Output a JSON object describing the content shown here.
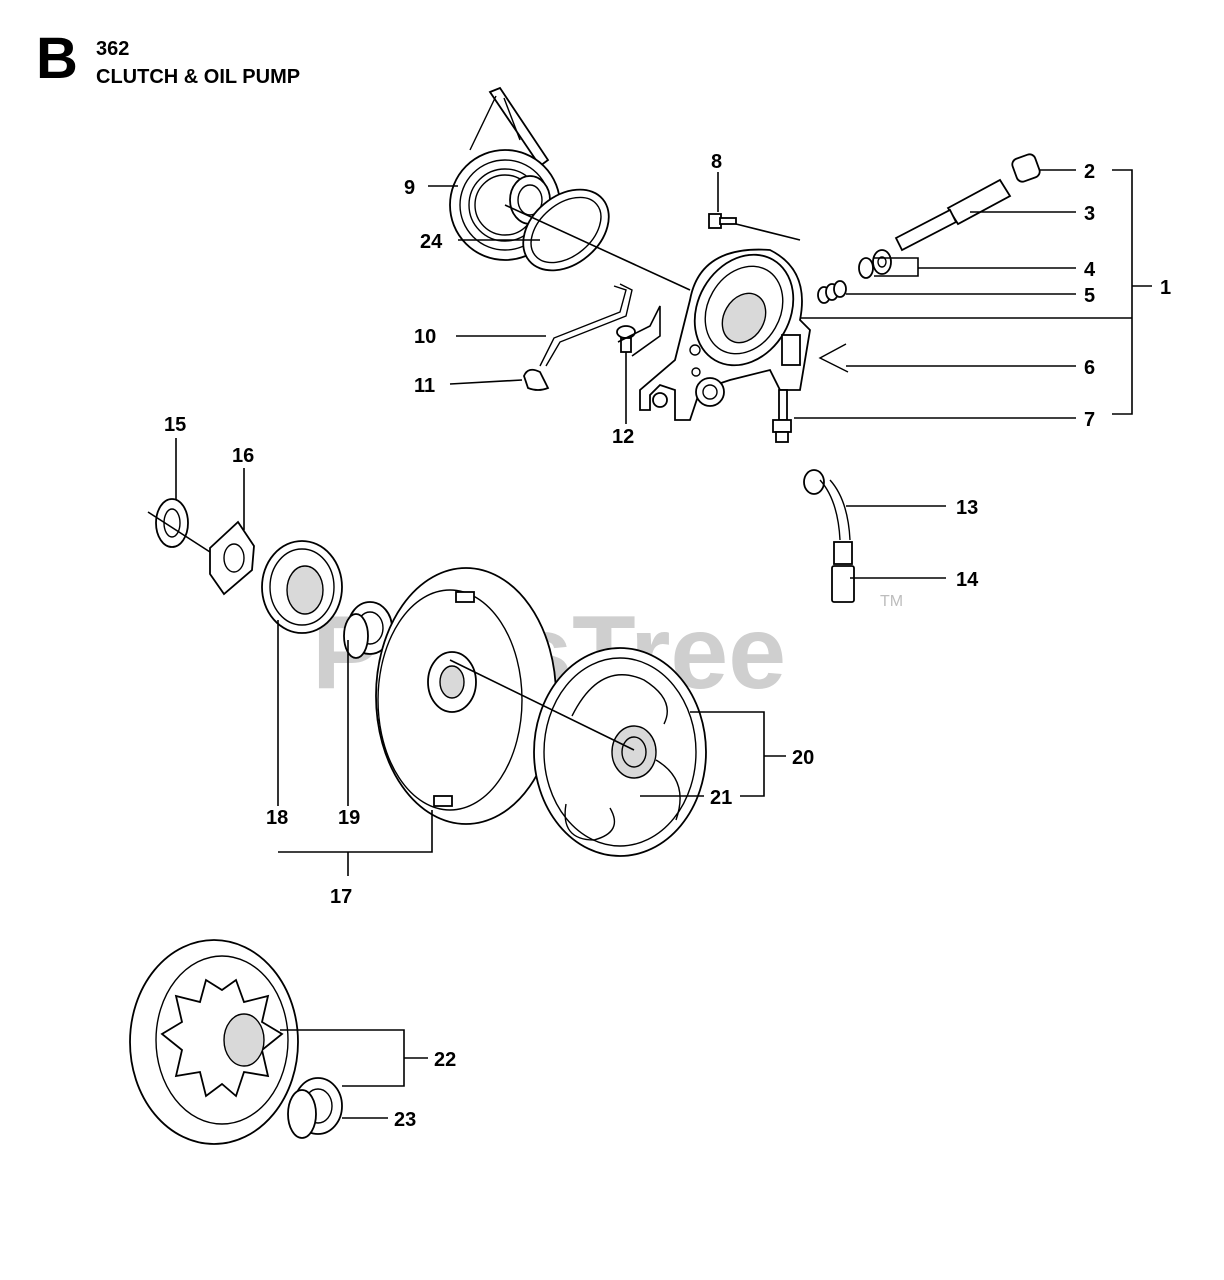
{
  "header": {
    "section_letter": "B",
    "model": "362",
    "title": "CLUTCH & OIL PUMP"
  },
  "watermark": {
    "text": "PartsTree",
    "trademark": "TM"
  },
  "callouts": [
    "1",
    "2",
    "3",
    "4",
    "5",
    "6",
    "7",
    "8",
    "9",
    "10",
    "11",
    "12",
    "13",
    "14",
    "15",
    "16",
    "17",
    "18",
    "19",
    "20",
    "21",
    "22",
    "23",
    "24"
  ]
}
